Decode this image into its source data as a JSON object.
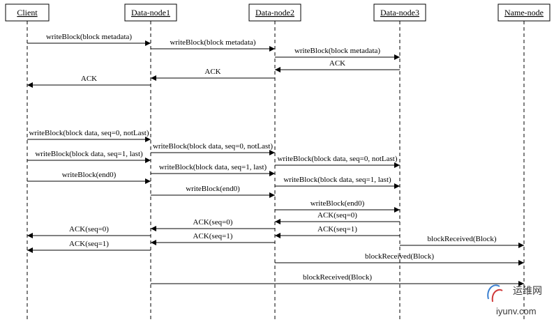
{
  "participants": [
    "Client",
    "Data-node1",
    "Data-node2",
    "Data-node3",
    "Name-node"
  ],
  "messages": [
    {
      "label": "writeBlock(block metadata)",
      "from": 0,
      "to": 1
    },
    {
      "label": "writeBlock(block metadata)",
      "from": 1,
      "to": 2
    },
    {
      "label": "writeBlock(block metadata)",
      "from": 2,
      "to": 3
    },
    {
      "label": "ACK",
      "from": 3,
      "to": 2
    },
    {
      "label": "ACK",
      "from": 2,
      "to": 1
    },
    {
      "label": "ACK",
      "from": 1,
      "to": 0
    },
    {
      "label": "writeBlock(block data, seq=0, notLast)",
      "from": 0,
      "to": 1
    },
    {
      "label": "writeBlock(block data, seq=0, notLast)",
      "from": 1,
      "to": 2
    },
    {
      "label": "writeBlock(block data, seq=1, last)",
      "from": 0,
      "to": 1
    },
    {
      "label": "writeBlock(block data, seq=0, notLast)",
      "from": 2,
      "to": 3
    },
    {
      "label": "writeBlock(block data, seq=1, last)",
      "from": 1,
      "to": 2
    },
    {
      "label": "writeBlock(end0)",
      "from": 0,
      "to": 1
    },
    {
      "label": "writeBlock(block data, seq=1, last)",
      "from": 2,
      "to": 3
    },
    {
      "label": "writeBlock(end0)",
      "from": 1,
      "to": 2
    },
    {
      "label": "writeBlock(end0)",
      "from": 2,
      "to": 3
    },
    {
      "label": "ACK(seq=0)",
      "from": 3,
      "to": 2
    },
    {
      "label": "ACK(seq=0)",
      "from": 2,
      "to": 1
    },
    {
      "label": "ACK(seq=0)",
      "from": 1,
      "to": 0
    },
    {
      "label": "ACK(seq=1)",
      "from": 3,
      "to": 2
    },
    {
      "label": "blockReceived(Block)",
      "from": 3,
      "to": 4
    },
    {
      "label": "ACK(seq=1)",
      "from": 2,
      "to": 1
    },
    {
      "label": "ACK(seq=1)",
      "from": 1,
      "to": 0
    },
    {
      "label": "blockReceived(Block)",
      "from": 2,
      "to": 4
    },
    {
      "label": "blockReceived(Block)",
      "from": 1,
      "to": 4
    }
  ],
  "watermark": {
    "cn": "运维网",
    "en": "iyunv.com"
  },
  "colors": {
    "line": "#000000",
    "background": "#ffffff"
  }
}
